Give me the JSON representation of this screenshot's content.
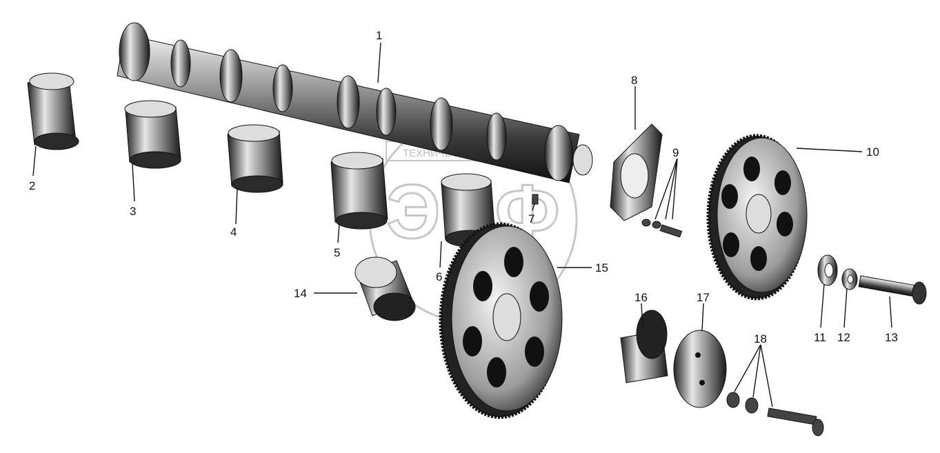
{
  "watermark": {
    "line": "ТЕХНИЧЕСКАЯ ДОКУМЕНТАЦИЯ",
    "logo": "ЭПФ"
  },
  "labels": [
    "1",
    "2",
    "3",
    "4",
    "5",
    "6",
    "7",
    "8",
    "9",
    "10",
    "11",
    "12",
    "13",
    "14",
    "15",
    "16",
    "17",
    "18"
  ],
  "colors": {
    "metal_dark": "#1a1a1a",
    "metal_mid": "#7a7a7a",
    "metal_light": "#e8e8e8",
    "watermark": "#9a9a9a"
  }
}
